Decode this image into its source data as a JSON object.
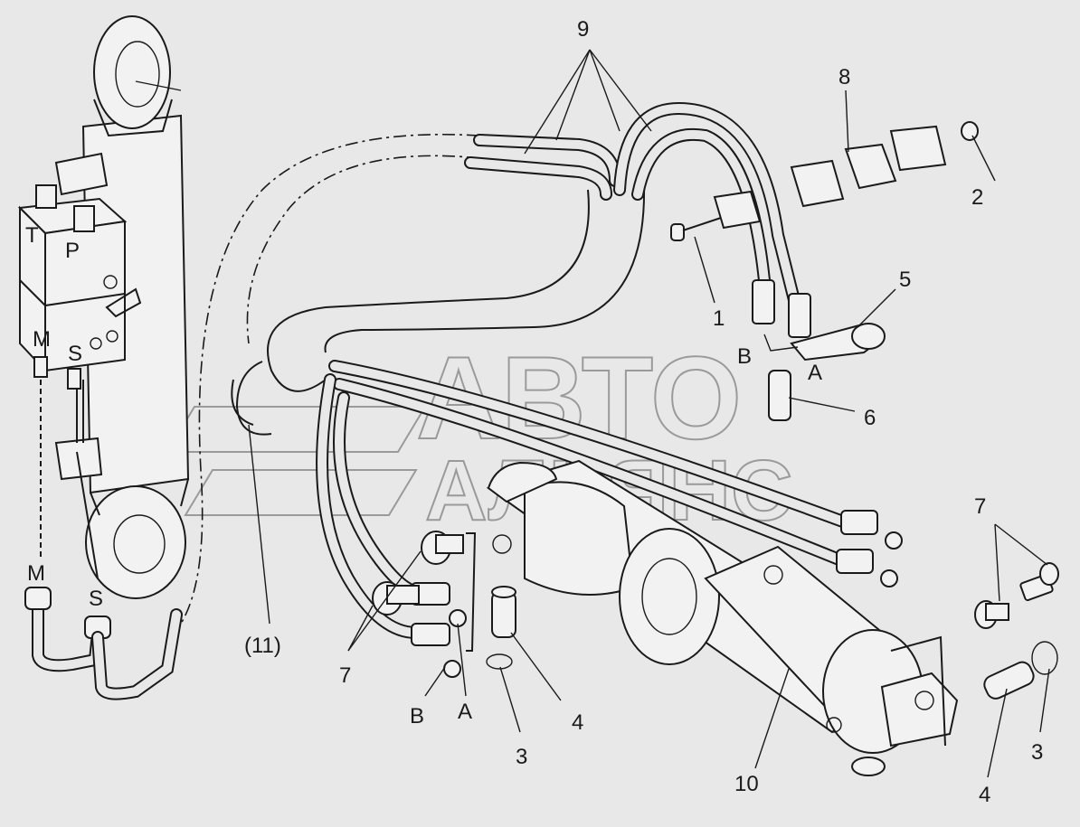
{
  "watermark": {
    "line1": "АВТО",
    "line2": "АЛЬЯНС"
  },
  "callouts": {
    "c1": "1",
    "c2": "2",
    "c3a": "3",
    "c3b": "3",
    "c4a": "4",
    "c4b": "4",
    "c5": "5",
    "c6": "6",
    "c7a": "7",
    "c7b": "7",
    "c8": "8",
    "c9": "9",
    "c10": "10",
    "c11": "(11)"
  },
  "port_labels": {
    "T": "T",
    "P": "P",
    "M_small": "M",
    "S_small": "S",
    "M_large": "M",
    "S_large": "S",
    "B_upper": "B",
    "A_upper": "A",
    "B_lower": "B",
    "A_lower": "A"
  },
  "colors": {
    "background": "#e8e8e8",
    "ink": "#1a1a1a",
    "watermark": "#9a9a9a"
  }
}
